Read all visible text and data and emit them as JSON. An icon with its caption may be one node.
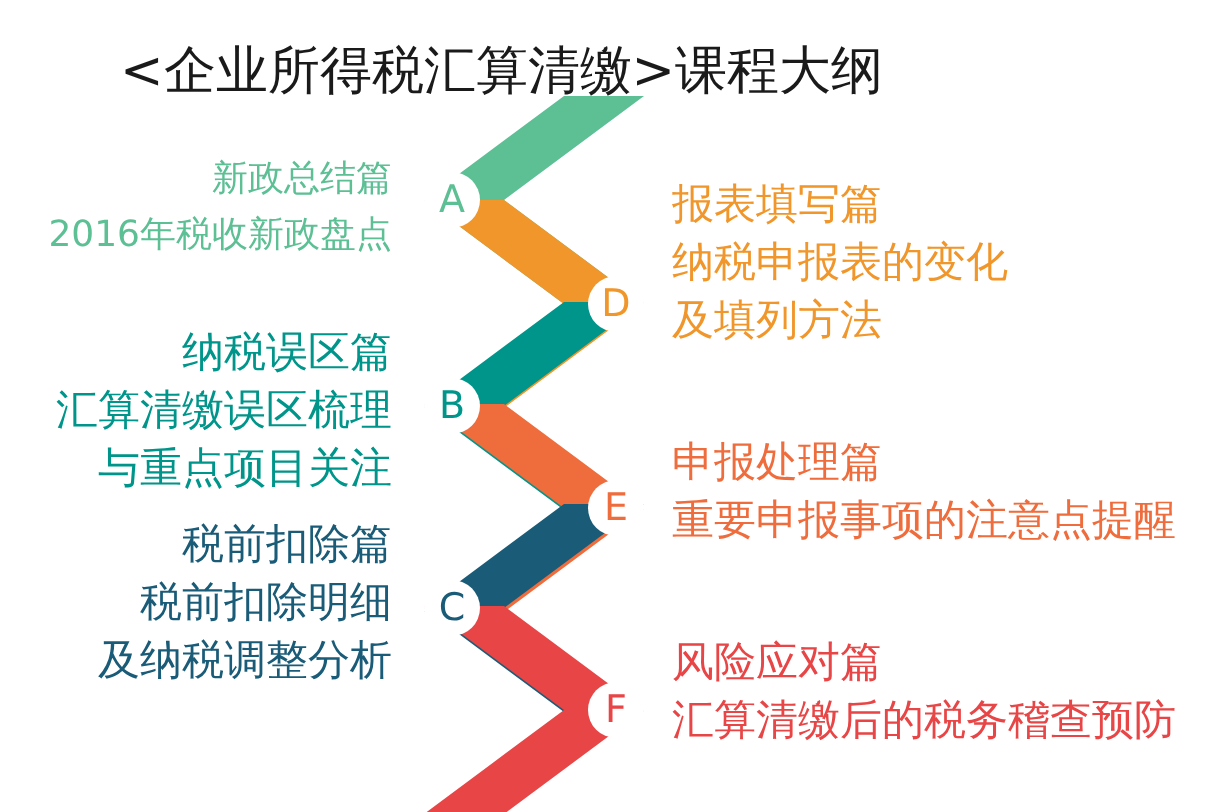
{
  "diagram": {
    "title": "<企业所得税汇算清缴>课程大纲",
    "nodes": [
      {
        "text": [
          "A"
        ],
        "beside": [
          "新政总结篇",
          "2016年税收新政盘点"
        ]
      },
      {
        "text": [
          "D"
        ],
        "beside": [
          "报表填写篇",
          "纳税申报表的变化及填列方法"
        ]
      },
      {
        "text": [
          "B"
        ],
        "beside": [
          "纳税误区篇",
          "汇算清缴误区梳理与重点项目关注"
        ]
      },
      {
        "text": [
          "E"
        ],
        "beside": [
          "申报处理篇",
          "重要申报事项的注意点提醒"
        ]
      },
      {
        "text": [
          "C"
        ],
        "beside": [
          "税前扣除篇",
          "税前扣除明细及纳税调整分析"
        ]
      },
      {
        "text": [
          "F"
        ],
        "beside": [
          "风险应对篇",
          "汇算清缴后的税务稽查预防"
        ]
      }
    ]
  }
}
